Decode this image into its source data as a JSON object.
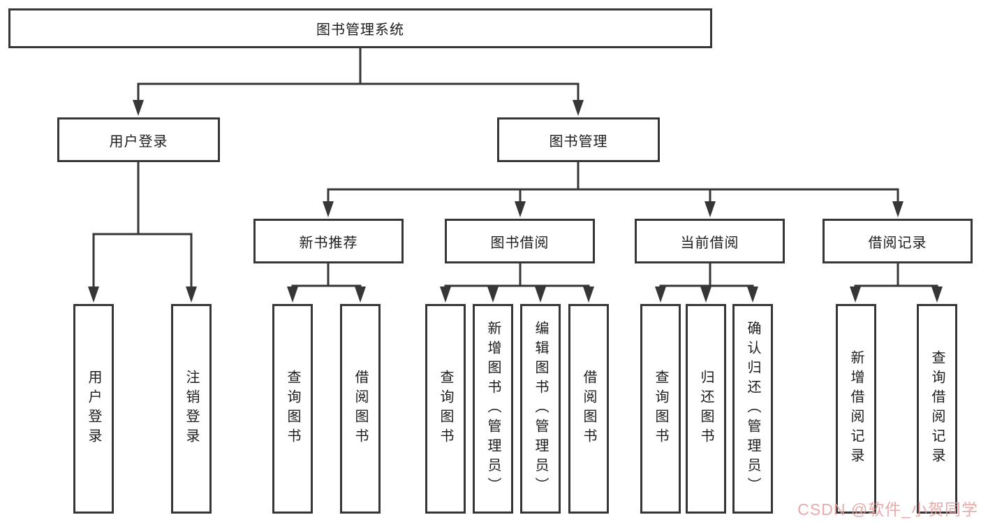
{
  "diagram": {
    "root_label": "图书管理系统",
    "level2": {
      "user_login": "用户登录",
      "book_mgmt": "图书管理"
    },
    "level3": {
      "new_books": "新书推荐",
      "book_borrow": "图书借阅",
      "current_borrow": "当前借阅",
      "borrow_records": "借阅记录"
    },
    "leaves": {
      "user_login": [
        "用户登录",
        "注销登录"
      ],
      "new_books": [
        "查询图书",
        "借阅图书"
      ],
      "book_borrow": [
        "查询图书",
        "新增图书（管理员）",
        "编辑图书（管理员）",
        "借阅图书"
      ],
      "current_borrow": [
        "查询图书",
        "归还图书",
        "确认归还（管理员）"
      ],
      "borrow_records": [
        "新增借阅记录",
        "查询借阅记录"
      ]
    }
  },
  "watermark": {
    "text": "CSDN @软件_小贺同学",
    "color": "#e59d9d"
  },
  "colors": {
    "line": "#363636",
    "text": "#1c1c1c",
    "background": "#ffffff"
  }
}
